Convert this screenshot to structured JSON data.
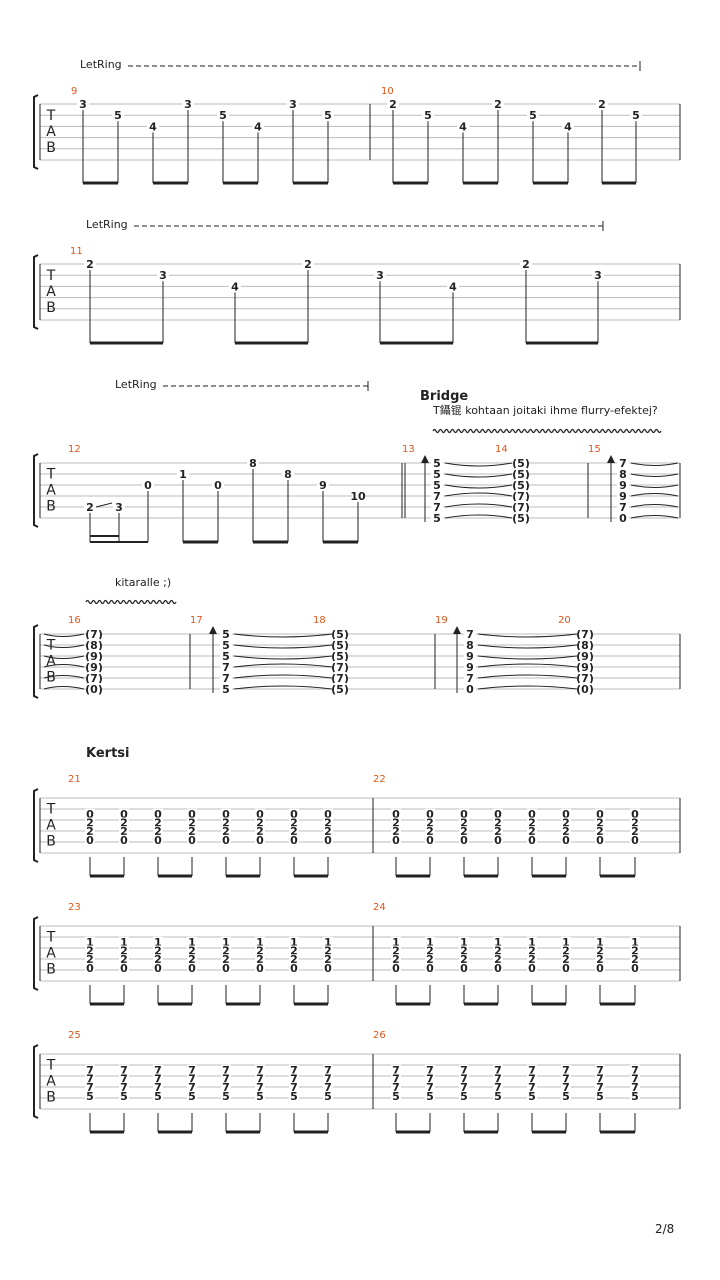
{
  "page": {
    "number": "2/8"
  },
  "labels": {
    "letring": "LetRing",
    "tab_t": "T",
    "tab_a": "A",
    "tab_b": "B"
  },
  "sections": {
    "bridge": "Bridge",
    "bridge_note": "T鑷锟 kohtaan joitaki ihme flurry-efektej?",
    "kitara_note": "kitaralle  ;)",
    "kertsi": "Kertsi"
  },
  "colors": {
    "measure_number": "#e0561b",
    "staff_line": "#bbbbbb",
    "ink": "#222222"
  },
  "systems": [
    {
      "id": "s1",
      "measures": [
        {
          "number": "9",
          "notes": [
            [
              "3",
              0
            ],
            [
              "5",
              1
            ],
            [
              "4",
              2
            ],
            [
              "3",
              0
            ],
            [
              "5",
              1
            ],
            [
              "4",
              2
            ],
            [
              "3",
              0
            ],
            [
              "5",
              1
            ]
          ]
        },
        {
          "number": "10",
          "notes": [
            [
              "2",
              0
            ],
            [
              "5",
              1
            ],
            [
              "4",
              2
            ],
            [
              "2",
              0
            ],
            [
              "5",
              1
            ],
            [
              "4",
              2
            ],
            [
              "2",
              0
            ],
            [
              "5",
              1
            ]
          ]
        }
      ]
    },
    {
      "id": "s2",
      "measures": [
        {
          "number": "11",
          "notes": [
            [
              "2",
              0
            ],
            [
              "3",
              1
            ],
            [
              "4",
              2
            ],
            [
              "2",
              0
            ],
            [
              "3",
              1
            ],
            [
              "4",
              2
            ],
            [
              "2",
              0
            ],
            [
              "3",
              1
            ]
          ]
        }
      ]
    },
    {
      "id": "s3",
      "measures": [
        {
          "number": "12",
          "notes": [
            [
              "2",
              4
            ],
            [
              "3",
              4
            ],
            [
              "0",
              2
            ],
            [
              "1",
              1
            ],
            [
              "0",
              2
            ],
            [
              "8",
              0
            ],
            [
              "8",
              1
            ],
            [
              "9",
              2
            ],
            [
              "10",
              3
            ]
          ]
        },
        {
          "number": "13",
          "chord": [
            "5",
            "5",
            "5",
            "7",
            "7",
            "5"
          ]
        },
        {
          "number": "14",
          "chord": [
            "(5)",
            "(5)",
            "(5)",
            "(7)",
            "(7)",
            "(5)"
          ]
        },
        {
          "number": "15",
          "chord": [
            "7",
            "8",
            "9",
            "9",
            "7",
            "0"
          ]
        }
      ]
    },
    {
      "id": "s4",
      "measures": [
        {
          "number": "16",
          "chord": [
            "(7)",
            "(8)",
            "(9)",
            "(9)",
            "(7)",
            "(0)"
          ]
        },
        {
          "number": "17",
          "chord": [
            "5",
            "5",
            "5",
            "7",
            "7",
            "5"
          ]
        },
        {
          "number": "18",
          "chord": [
            "(5)",
            "(5)",
            "(5)",
            "(7)",
            "(7)",
            "(5)"
          ]
        },
        {
          "number": "19",
          "chord": [
            "7",
            "8",
            "9",
            "9",
            "7",
            "0"
          ]
        },
        {
          "number": "20",
          "chord": [
            "(7)",
            "(8)",
            "(9)",
            "(9)",
            "(7)",
            "(0)"
          ]
        }
      ]
    },
    {
      "id": "s5",
      "measures": [
        {
          "number": "21",
          "chord": [
            "0",
            "2",
            "2",
            "0"
          ]
        },
        {
          "number": "22",
          "chord": [
            "0",
            "2",
            "2",
            "0"
          ]
        }
      ]
    },
    {
      "id": "s6",
      "measures": [
        {
          "number": "23",
          "chord": [
            "1",
            "2",
            "2",
            "0"
          ]
        },
        {
          "number": "24",
          "chord": [
            "1",
            "2",
            "2",
            "0"
          ]
        }
      ]
    },
    {
      "id": "s7",
      "measures": [
        {
          "number": "25",
          "chord": [
            "7",
            "7",
            "7",
            "5"
          ]
        },
        {
          "number": "26",
          "chord": [
            "7",
            "7",
            "7",
            "5"
          ]
        }
      ]
    }
  ]
}
